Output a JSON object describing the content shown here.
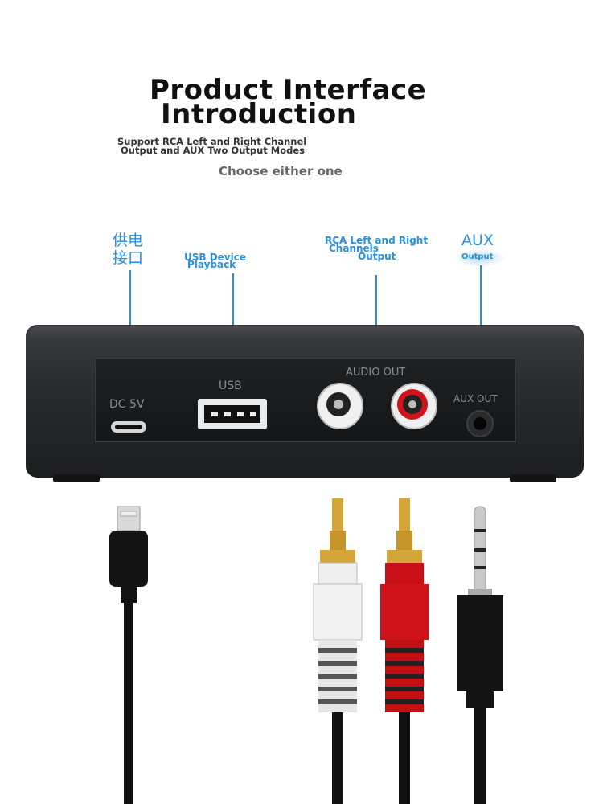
{
  "heading": {
    "line1": "Product Interface",
    "line2": "Introduction"
  },
  "subtitle": {
    "line1": "Support RCA Left and Right Channel",
    "line2": "Output and AUX Two Output Modes"
  },
  "choose_text": "Choose either one",
  "callouts": {
    "power": {
      "line1": "供电",
      "line2": "接口"
    },
    "usb": {
      "line1": "USB Device",
      "line2": "Playback"
    },
    "rca": {
      "line1": "RCA Left and Right",
      "line2": "Channels",
      "line3": "Output"
    },
    "aux": {
      "line1": "AUX",
      "line2": "Output"
    }
  },
  "ports": {
    "dc": "DC 5V",
    "usb": "USB",
    "audio": "AUDIO  OUT",
    "aux": "AUX  OUT"
  },
  "colors": {
    "accent_blue": "#2a8fdc",
    "device_body": "#2a2b2e",
    "rca_red": "#d0121b",
    "rca_white": "#f2f2f2",
    "gold": "#d4a63a"
  }
}
